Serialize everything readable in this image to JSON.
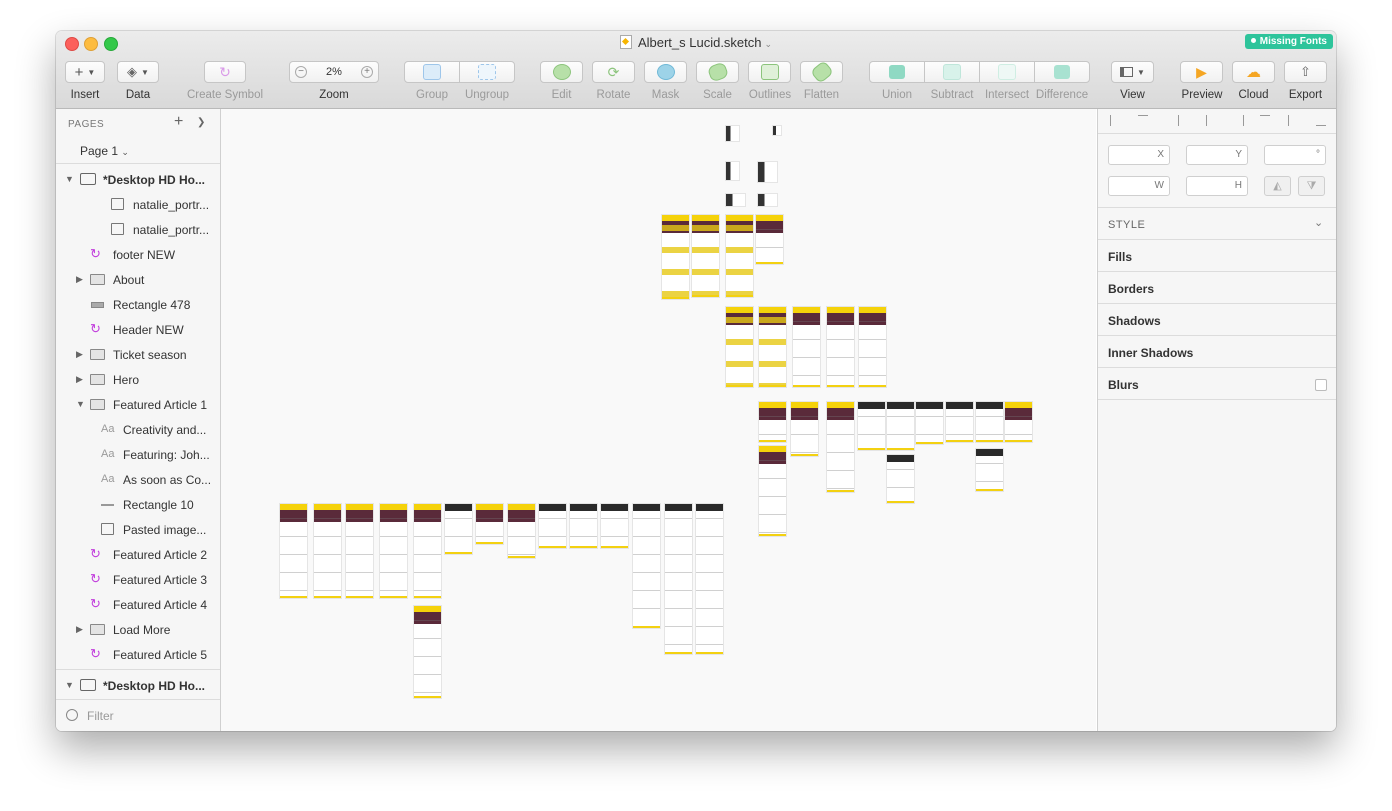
{
  "window": {
    "title": "Albert_s Lucid.sketch",
    "badge": "Missing Fonts"
  },
  "toolbar": {
    "insert": "Insert",
    "data": "Data",
    "create_symbol": "Create Symbol",
    "zoom_label": "Zoom",
    "zoom_value": "2%",
    "group": "Group",
    "ungroup": "Ungroup",
    "edit": "Edit",
    "rotate": "Rotate",
    "mask": "Mask",
    "scale": "Scale",
    "outlines": "Outlines",
    "flatten": "Flatten",
    "union": "Union",
    "subtract": "Subtract",
    "intersect": "Intersect",
    "difference": "Difference",
    "view": "View",
    "preview": "Preview",
    "cloud": "Cloud",
    "export": "Export"
  },
  "sidebar": {
    "pages_header": "PAGES",
    "current_page": "Page 1",
    "layers": [
      {
        "label": "*Desktop HD Ho...",
        "type": "artboard"
      },
      {
        "label": "natalie_portr...",
        "type": "image"
      },
      {
        "label": "natalie_portr...",
        "type": "image"
      },
      {
        "label": "footer NEW",
        "type": "symbol"
      },
      {
        "label": "About",
        "type": "folder"
      },
      {
        "label": "Rectangle 478",
        "type": "rect"
      },
      {
        "label": "Header NEW",
        "type": "symbol"
      },
      {
        "label": "Ticket season",
        "type": "folder"
      },
      {
        "label": "Hero",
        "type": "folder"
      },
      {
        "label": "Featured Article 1",
        "type": "folder"
      },
      {
        "label": "Creativity and...",
        "type": "text"
      },
      {
        "label": "Featuring: Joh...",
        "type": "text"
      },
      {
        "label": "As soon as Co...",
        "type": "text"
      },
      {
        "label": "Rectangle 10",
        "type": "line"
      },
      {
        "label": "Pasted image...",
        "type": "image"
      },
      {
        "label": "Featured Article 2",
        "type": "symbol"
      },
      {
        "label": "Featured Article 3",
        "type": "symbol"
      },
      {
        "label": "Featured Article 4",
        "type": "symbol"
      },
      {
        "label": "Load More",
        "type": "folder"
      },
      {
        "label": "Featured Article 5",
        "type": "symbol"
      },
      {
        "label": "*Desktop HD Ho...",
        "type": "artboard"
      }
    ],
    "filter_placeholder": "Filter"
  },
  "inspector": {
    "x": "X",
    "y": "Y",
    "rotation": "°",
    "w": "W",
    "h": "H",
    "style_header": "STYLE",
    "sections": [
      "Fills",
      "Borders",
      "Shadows",
      "Inner Shadows",
      "Blurs"
    ]
  },
  "colors": {
    "accent_yellow": "#f5d20a",
    "symbol_purple": "#c13cdc",
    "badge_green": "#2ec49b"
  }
}
